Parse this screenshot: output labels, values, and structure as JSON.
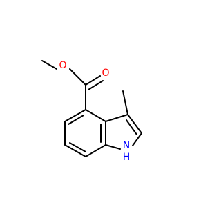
{
  "molecule": {
    "atoms": {
      "o_ether": {
        "label": "O",
        "color": "#ff0000"
      },
      "o_carbonyl": {
        "label": "O",
        "color": "#ff0000"
      },
      "n_indole": {
        "label": "N",
        "color": "#0000ff"
      },
      "h_indole": {
        "label": "H",
        "color": "#0000ff"
      }
    },
    "bond_color": "#000000"
  }
}
